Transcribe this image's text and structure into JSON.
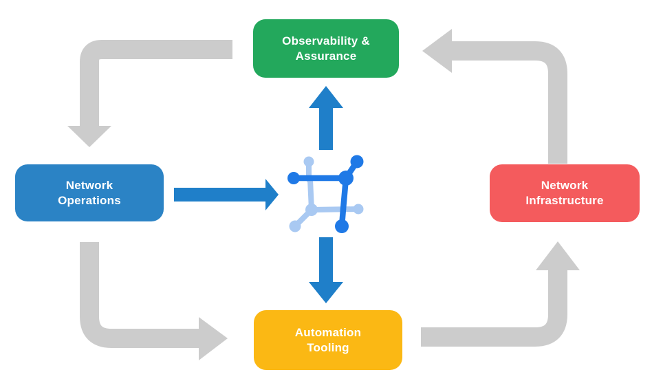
{
  "diagram": {
    "nodes": [
      {
        "id": "observability-assurance",
        "label_lines": [
          "Observability &",
          "Assurance"
        ],
        "color": "#23A85C",
        "text_color": "#FFFFFF"
      },
      {
        "id": "network-operations",
        "label_lines": [
          "Network",
          "Operations"
        ],
        "color": "#2B83C5",
        "text_color": "#FFFFFF"
      },
      {
        "id": "network-infrastructure",
        "label_lines": [
          "Network",
          "Infrastructure"
        ],
        "color": "#F45B5D",
        "text_color": "#FFFFFF"
      },
      {
        "id": "automation-tooling",
        "label_lines": [
          "Automation",
          "Tooling"
        ],
        "color": "#FBB814",
        "text_color": "#FFFFFF"
      }
    ],
    "center_icon": {
      "name": "network-automation-icon"
    },
    "colors": {
      "background": "#FFFFFF",
      "cycle_arrow": "#CCCCCC",
      "flow_arrow": "#1F7FC9",
      "icon_dark_blue": "#1F79E6",
      "icon_light_blue": "#A9C9F2"
    },
    "cycle_arrows": [
      {
        "from": "observability-assurance",
        "to": "network-operations"
      },
      {
        "from": "network-operations",
        "to": "automation-tooling"
      },
      {
        "from": "automation-tooling",
        "to": "network-infrastructure"
      },
      {
        "from": "network-infrastructure",
        "to": "observability-assurance"
      }
    ],
    "flow_arrows": [
      {
        "from": "network-operations",
        "to": "center-icon"
      },
      {
        "from": "center-icon",
        "to": "observability-assurance"
      },
      {
        "from": "center-icon",
        "to": "automation-tooling"
      }
    ]
  }
}
